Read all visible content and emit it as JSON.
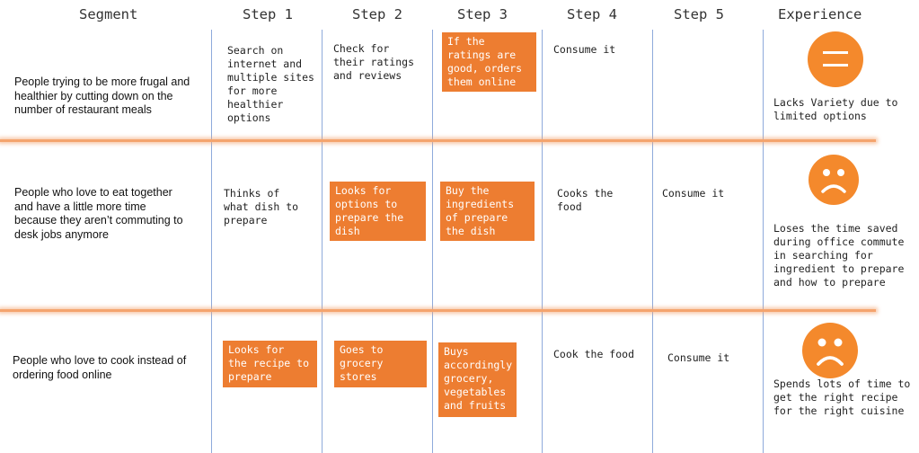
{
  "headers": {
    "segment": "Segment",
    "step1": "Step 1",
    "step2": "Step 2",
    "step3": "Step 3",
    "step4": "Step 4",
    "step5": "Step 5",
    "experience": "Experience"
  },
  "rows": [
    {
      "segment": "People trying to be more frugal and healthier by cutting down on the number of restaurant meals",
      "step1": "Search on\ninternet and\nmultiple sites\nfor more\nhealthier\noptions",
      "step2": "Check for\ntheir ratings\nand reviews",
      "step3": "If the\nratings are\ngood, orders\nthem online",
      "step4": "Consume it",
      "step5": "",
      "experience": "Lacks Variety due to\nlimited options",
      "face": "neutral-face-icon"
    },
    {
      "segment": "People who love to eat together and have a little more time because they aren’t commuting to desk jobs anymore",
      "step1": "Thinks of\nwhat dish to\nprepare",
      "step2": "Looks for\noptions to\nprepare the\ndish",
      "step3": "Buy the\ningredients\nof prepare\nthe dish",
      "step4": "Cooks the\nfood",
      "step5": "Consume it",
      "experience": "Loses the time saved\nduring office commute\nin searching for\ningredient to prepare\nand how to prepare",
      "face": "sad-face-icon"
    },
    {
      "segment": "People who love to cook instead of ordering food online",
      "step1": "Looks for\nthe recipe to\nprepare",
      "step2": "Goes to\ngrocery\nstores",
      "step3": "Buys\naccordingly\ngrocery,\nvegetables\nand fruits",
      "step4": "Cook the food",
      "step5": "Consume it",
      "experience": "Spends lots of time to\nget the right recipe\nfor the right cuisine",
      "face": "sad-face-icon"
    }
  ],
  "colors": {
    "accent": "#ed7d31",
    "face": "#f4892c",
    "gridline": "#8eaadb",
    "separator": "#f4a46e"
  }
}
